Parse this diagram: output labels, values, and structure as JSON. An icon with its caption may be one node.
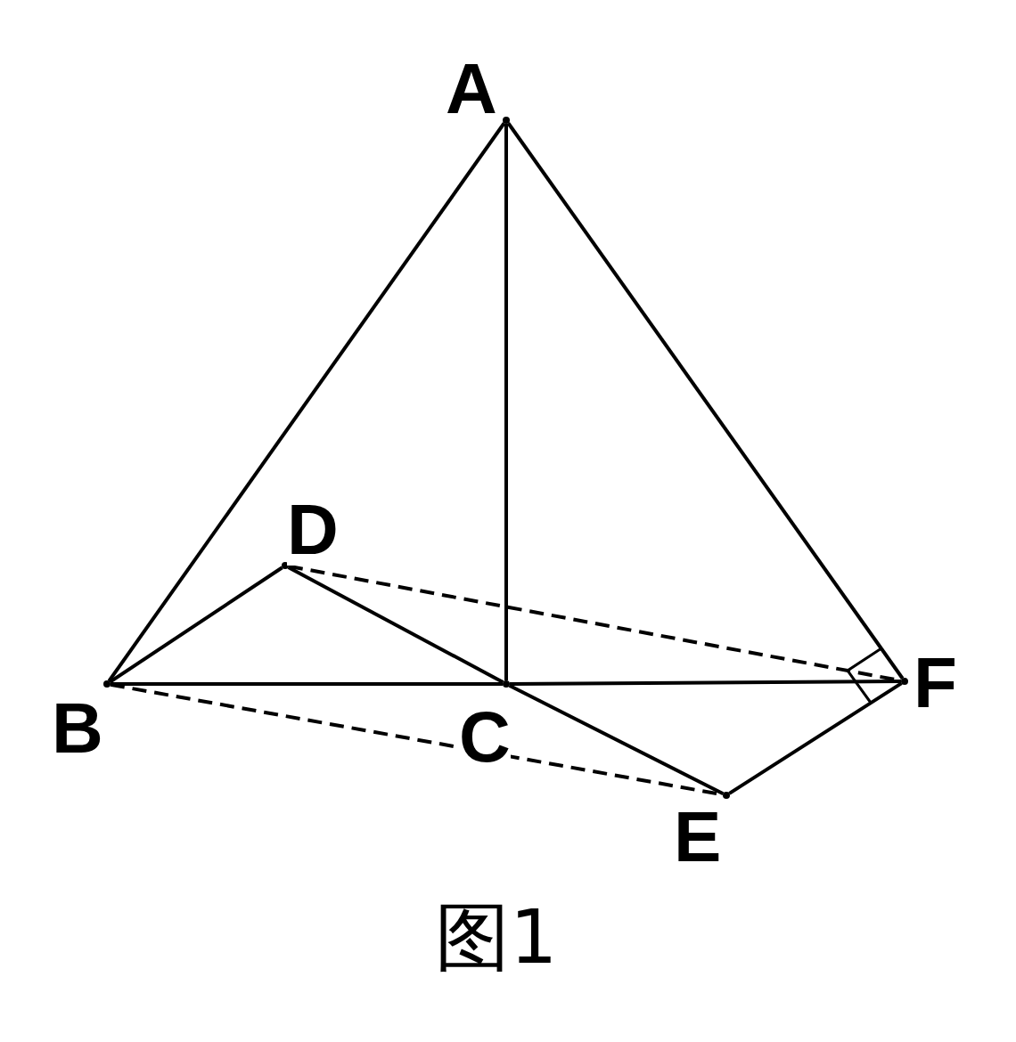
{
  "diagram": {
    "caption": "图1",
    "nodes": [
      {
        "text": [],
        "shape": "point",
        "beside": [
          "A"
        ]
      },
      {
        "text": [],
        "shape": "point",
        "beside": [
          "B"
        ]
      },
      {
        "text": [],
        "shape": "point",
        "beside": [
          "C"
        ]
      },
      {
        "text": [],
        "shape": "point",
        "beside": [
          "D"
        ]
      },
      {
        "text": [],
        "shape": "point",
        "beside": [
          "E"
        ]
      },
      {
        "text": [],
        "shape": "point",
        "beside": [
          "F"
        ]
      }
    ],
    "edges": [
      {
        "from": 0,
        "to": 1,
        "arrow": "none"
      },
      {
        "from": 0,
        "to": 2,
        "arrow": "none"
      },
      {
        "from": 0,
        "to": 5,
        "arrow": "none"
      },
      {
        "from": 1,
        "to": 2,
        "arrow": "none"
      },
      {
        "from": 2,
        "to": 5,
        "arrow": "none"
      },
      {
        "from": 1,
        "to": 3,
        "arrow": "none"
      },
      {
        "from": 3,
        "to": 2,
        "arrow": "none"
      },
      {
        "from": 2,
        "to": 4,
        "arrow": "none"
      },
      {
        "from": 4,
        "to": 5,
        "arrow": "none"
      },
      {
        "from": 3,
        "to": 5,
        "arrow": "none",
        "style": "dashed"
      },
      {
        "from": 1,
        "to": 4,
        "arrow": "none",
        "style": "dashed"
      }
    ]
  }
}
